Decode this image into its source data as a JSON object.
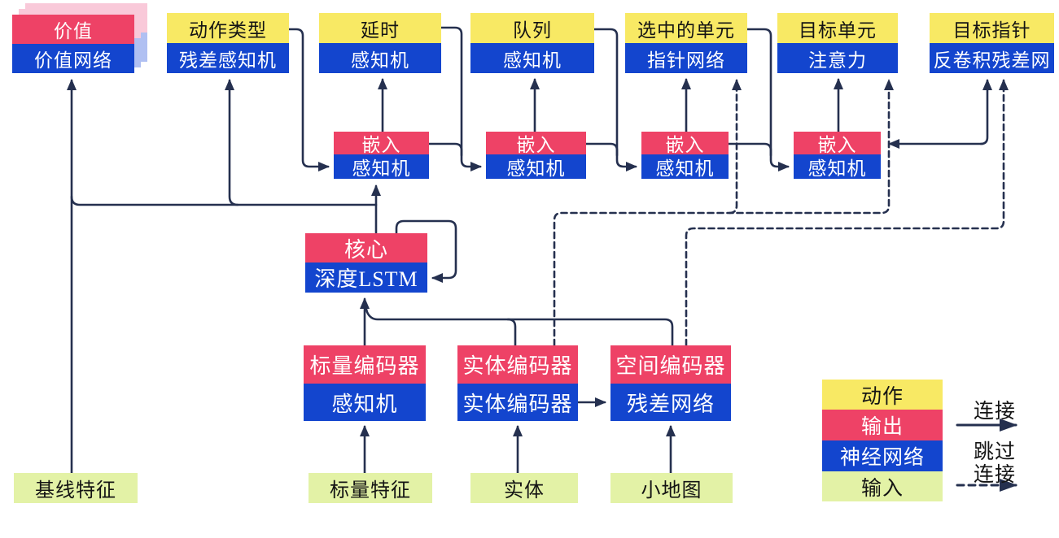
{
  "nodes": {
    "value": {
      "header": "价值",
      "body": "价值网络"
    },
    "action_type": {
      "header": "动作类型",
      "body": "残差感知机"
    },
    "delay": {
      "header": "延时",
      "body": "感知机"
    },
    "queue": {
      "header": "队列",
      "body": "感知机"
    },
    "selected_units": {
      "header": "选中的单元",
      "body": "指针网络"
    },
    "target_unit": {
      "header": "目标单元",
      "body": "注意力"
    },
    "target_point": {
      "header": "目标指针",
      "body": "反卷积残差网"
    },
    "embed1": {
      "header": "嵌入",
      "body": "感知机"
    },
    "embed2": {
      "header": "嵌入",
      "body": "感知机"
    },
    "embed3": {
      "header": "嵌入",
      "body": "感知机"
    },
    "embed4": {
      "header": "嵌入",
      "body": "感知机"
    },
    "core": {
      "header": "核心",
      "body": "深度LSTM"
    },
    "scalar_encoder": {
      "header": "标量编码器",
      "body": "感知机"
    },
    "entity_encoder": {
      "header": "实体编码器",
      "body": "实体编码器"
    },
    "spatial_encoder": {
      "header": "空间编码器",
      "body": "残差网络"
    },
    "baseline_features": {
      "label": "基线特征"
    },
    "scalar_features": {
      "label": "标量特征"
    },
    "entities": {
      "label": "实体"
    },
    "minimap": {
      "label": "小地图"
    }
  },
  "legend": {
    "action": "动作",
    "output": "输出",
    "network": "神经网络",
    "input": "输入",
    "connection": "连接",
    "skip_line1": "跳过",
    "skip_line2": "连接"
  },
  "colors": {
    "action_yellow": "#F8E964",
    "output_red": "#EE4266",
    "network_blue": "#1345CE",
    "input_green": "#E3F2A6",
    "line_navy": "#25304F",
    "value_stack_pink": "#F9C9D9",
    "value_stack_blue": "#B0C0F2"
  },
  "edges": [
    {
      "from": "baseline_features",
      "to": "value",
      "style": "solid"
    },
    {
      "from": "core",
      "to": "value",
      "style": "solid"
    },
    {
      "from": "core",
      "to": "action_type",
      "style": "solid"
    },
    {
      "from": "core",
      "to": "embed1",
      "style": "solid"
    },
    {
      "from": "core",
      "to": "core",
      "style": "solid"
    },
    {
      "from": "action_type",
      "to": "embed1",
      "style": "solid"
    },
    {
      "from": "embed1",
      "to": "delay",
      "style": "solid"
    },
    {
      "from": "delay",
      "to": "embed2",
      "style": "solid"
    },
    {
      "from": "embed1",
      "to": "embed2",
      "style": "solid"
    },
    {
      "from": "embed2",
      "to": "queue",
      "style": "solid"
    },
    {
      "from": "queue",
      "to": "embed3",
      "style": "solid"
    },
    {
      "from": "embed2",
      "to": "embed3",
      "style": "solid"
    },
    {
      "from": "embed3",
      "to": "selected_units",
      "style": "solid"
    },
    {
      "from": "selected_units",
      "to": "embed4",
      "style": "solid"
    },
    {
      "from": "embed3",
      "to": "embed4",
      "style": "solid"
    },
    {
      "from": "embed4",
      "to": "target_unit",
      "style": "solid"
    },
    {
      "from": "target_point",
      "to": "embed4",
      "style": "solid"
    },
    {
      "from": "scalar_features",
      "to": "scalar_encoder",
      "style": "solid"
    },
    {
      "from": "entities",
      "to": "entity_encoder",
      "style": "solid"
    },
    {
      "from": "minimap",
      "to": "spatial_encoder",
      "style": "solid"
    },
    {
      "from": "scalar_encoder",
      "to": "core",
      "style": "solid"
    },
    {
      "from": "entity_encoder",
      "to": "core",
      "style": "solid"
    },
    {
      "from": "spatial_encoder",
      "to": "core",
      "style": "solid"
    },
    {
      "from": "entity_encoder",
      "to": "spatial_encoder",
      "style": "solid"
    },
    {
      "from": "entity_encoder",
      "to": "selected_units",
      "style": "dashed"
    },
    {
      "from": "entity_encoder",
      "to": "target_unit",
      "style": "dashed"
    },
    {
      "from": "spatial_encoder",
      "to": "target_point",
      "style": "dashed"
    }
  ]
}
